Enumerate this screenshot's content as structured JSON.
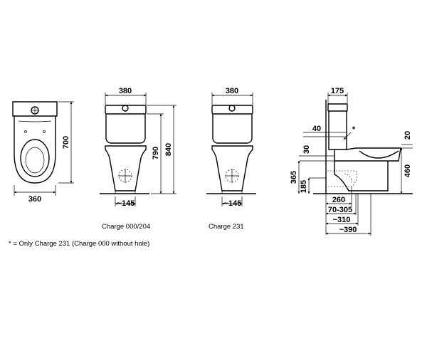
{
  "dimensions": {
    "top_width": "360",
    "top_height": "700",
    "front1_width": "380",
    "front1_height_790": "790",
    "front1_height_840": "840",
    "front1_outlet": "~145",
    "front2_width": "380",
    "front2_outlet": "~145",
    "side_tank": "175",
    "side_40": "40",
    "side_star": "*",
    "side_20": "20",
    "side_30": "30",
    "side_365": "365",
    "side_185": "185",
    "side_460": "460",
    "side_260": "260",
    "side_70_305": "70-305",
    "side_310": "~310",
    "side_390": "~390"
  },
  "captions": {
    "front1": "Charge 000/204",
    "front2": "Charge 231",
    "footnote": "* = Only Charge 231 (Charge 000 without hole)"
  },
  "colors": {
    "line": "#000000",
    "background": "#ffffff"
  }
}
